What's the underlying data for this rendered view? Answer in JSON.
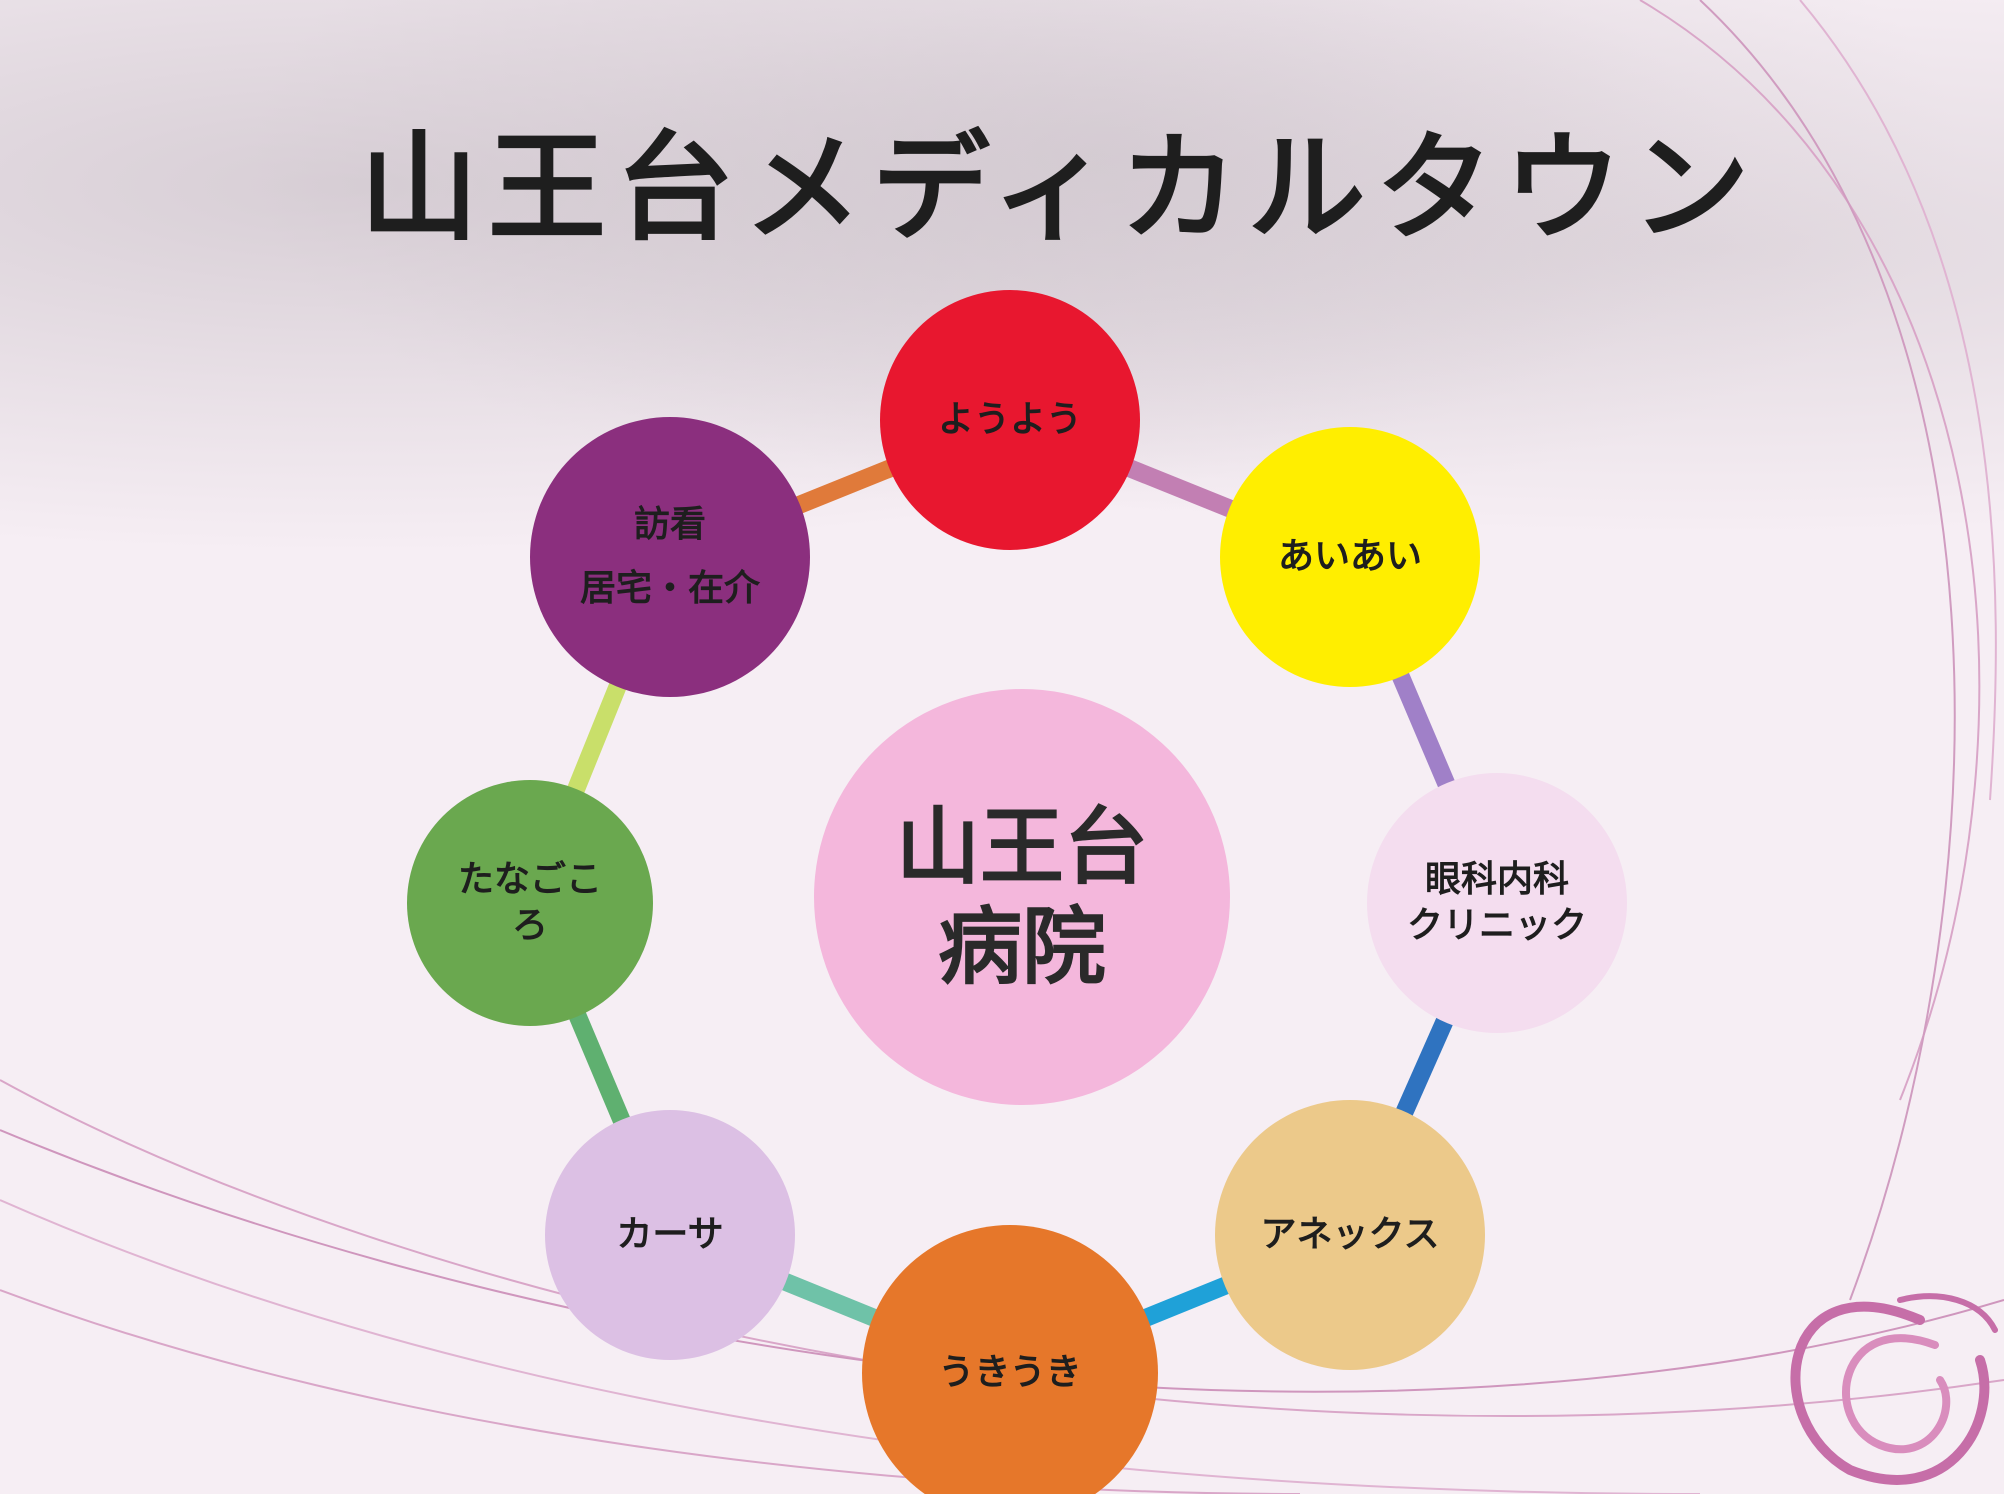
{
  "title": "山王台メディカルタウン",
  "center": {
    "line1": "山王台",
    "line2": "病院",
    "color": "#f4b7dc"
  },
  "nodes": [
    {
      "id": "youyou",
      "lines": [
        "ようよう"
      ],
      "color": "#e8172f"
    },
    {
      "id": "aiai",
      "lines": [
        "あいあい"
      ],
      "color": "#ffee00"
    },
    {
      "id": "ganka",
      "lines": [
        "眼科内科",
        "クリニック"
      ],
      "color": "#f4ddef"
    },
    {
      "id": "annex",
      "lines": [
        "アネックス"
      ],
      "color": "#ecc98a"
    },
    {
      "id": "ukiuki",
      "lines": [
        "うきうき"
      ],
      "color": "#e6772a"
    },
    {
      "id": "kasa",
      "lines": [
        "カーサ"
      ],
      "color": "#dcc0e4"
    },
    {
      "id": "tanagokoro",
      "lines": [
        "たなごこ",
        "ろ"
      ],
      "color": "#6aa84f"
    },
    {
      "id": "houkan",
      "lines": [
        "訪看",
        "居宅・在介"
      ],
      "color": "#8b2f7e"
    }
  ],
  "connector_colors": [
    "#c27fb3",
    "#a080c8",
    "#2f73c0",
    "#1fa1d8",
    "#6fc2a8",
    "#5fb070",
    "#c9df6a",
    "#e07a3a"
  ]
}
